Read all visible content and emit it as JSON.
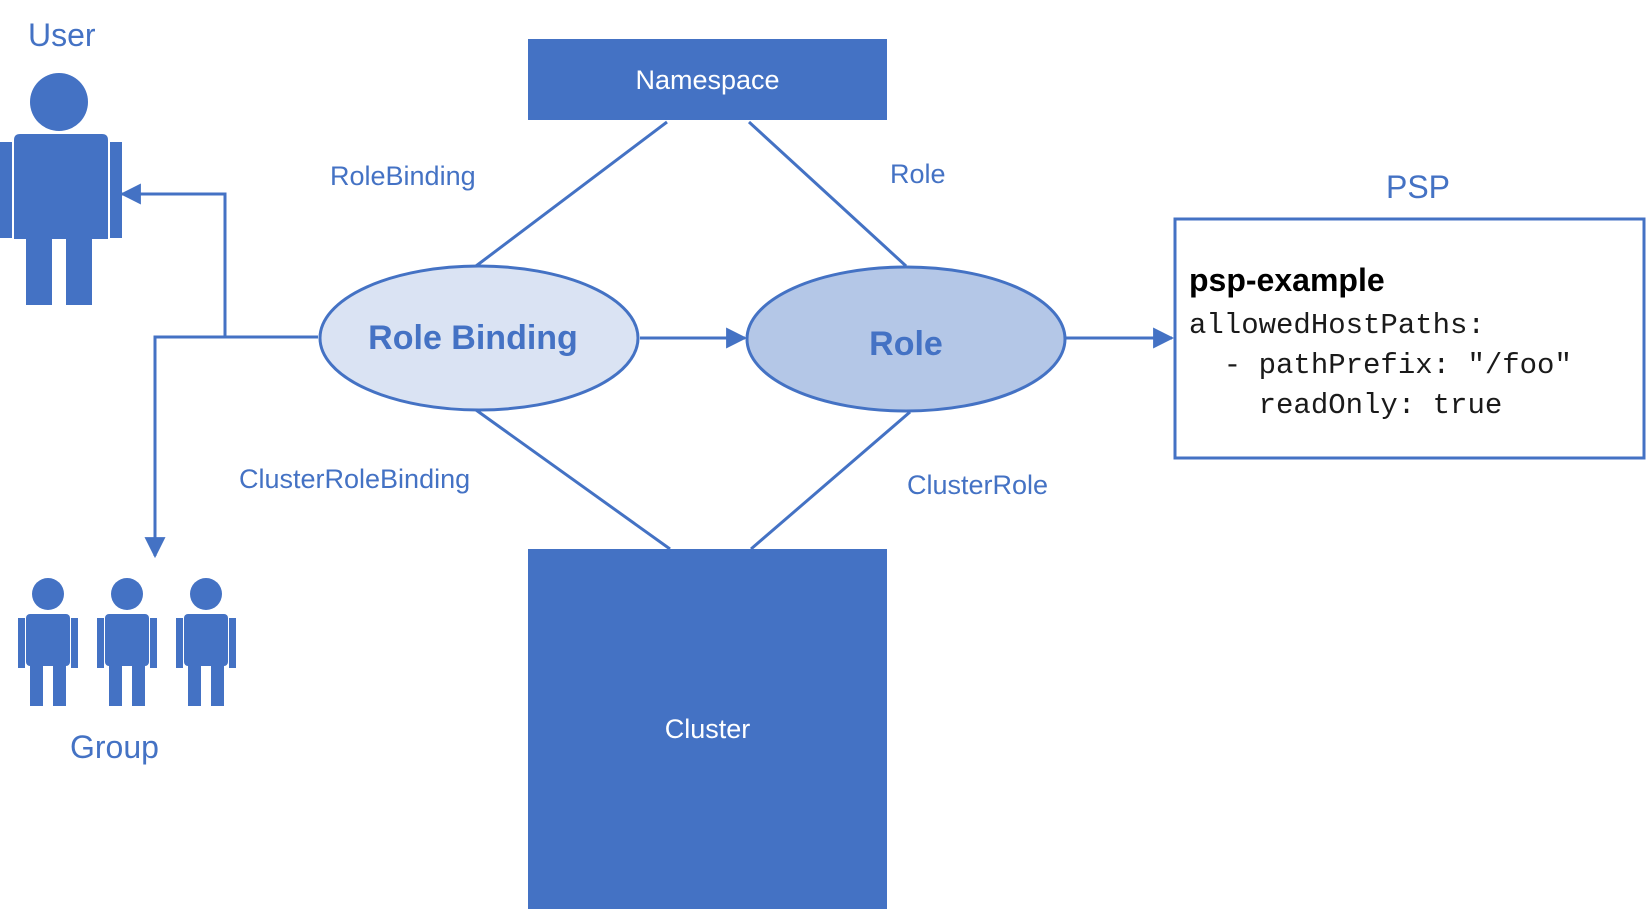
{
  "colors": {
    "accent": "#4472C4",
    "ellipse_light": "#DAE3F3",
    "ellipse_mid": "#B4C7E7",
    "text_on_box": "#FFFFFF"
  },
  "labels": {
    "user": "User",
    "group": "Group",
    "psp": "PSP",
    "rolebinding": "RoleBinding",
    "role": "Role",
    "clusterrolebinding": "ClusterRoleBinding",
    "clusterrole": "ClusterRole"
  },
  "nodes": {
    "namespace": "Namespace",
    "cluster": "Cluster",
    "role_binding": "Role Binding",
    "role": "Role"
  },
  "psp_box": {
    "title": "psp-example",
    "lines": [
      "allowedHostPaths:",
      "  - pathPrefix: \"/foo\"",
      "    readOnly: true"
    ]
  },
  "icons": {
    "user": "person-icon",
    "group": "people-group-icon"
  }
}
